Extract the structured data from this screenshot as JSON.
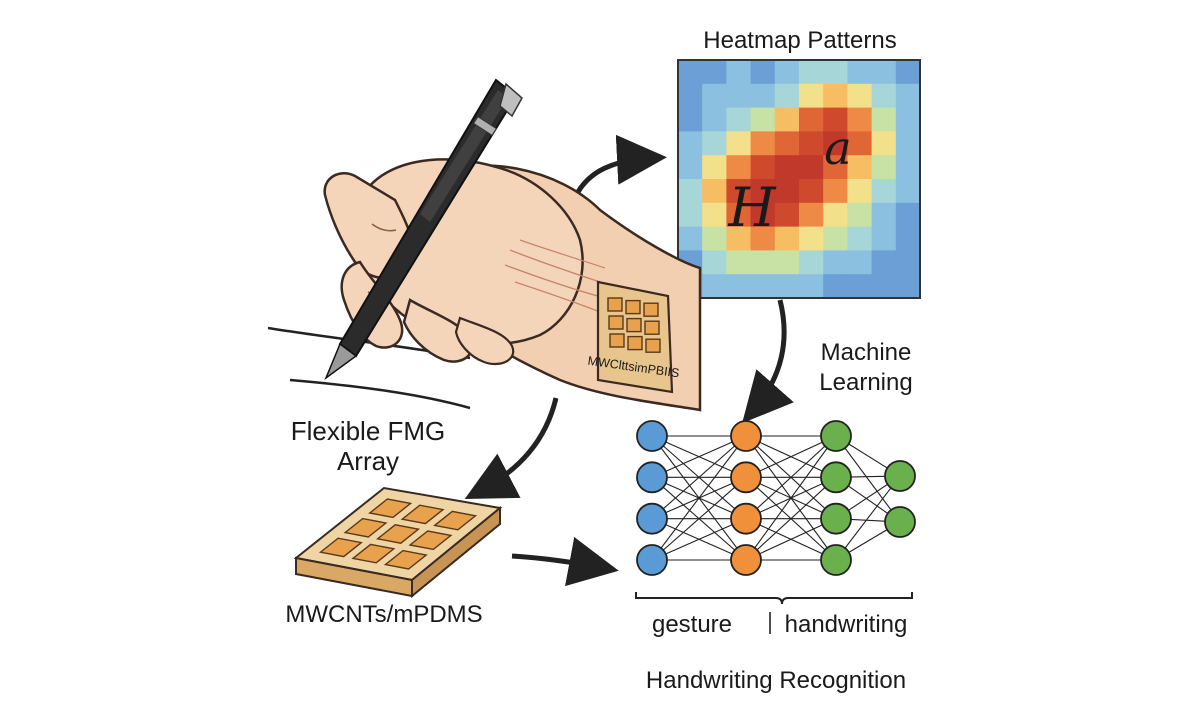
{
  "labels": {
    "heatmap_title": "Heatmap Patterns",
    "heatmap_letter_1": "H",
    "heatmap_letter_2": "a",
    "wrist_patch": "MWClttsimPBIIS",
    "flexible_array_line1": "Flexible FMG",
    "flexible_array_line2": "Array",
    "material": "MWCNTs/mPDMS",
    "machine_learning_line1": "Machine",
    "machine_learning_line2": "Learning",
    "gesture": "gesture",
    "handwriting": "handwriting",
    "recognition": "Handwriting Recognition"
  },
  "colors": {
    "input_node": "#5b9bd5",
    "hidden_node_1": "#f0903a",
    "hidden_node_2": "#6ab04c",
    "output_node": "#6ab04c",
    "sensor_pad": "#e8a24e",
    "sensor_base": "#e9c58e",
    "skin": "#f3cfb1",
    "pen": "#2b2b2b"
  },
  "heatmap": {
    "grid": [
      [
        1,
        1,
        2,
        1,
        2,
        3,
        3,
        2,
        2,
        1
      ],
      [
        1,
        2,
        2,
        2,
        3,
        5,
        6,
        5,
        3,
        2
      ],
      [
        1,
        2,
        3,
        4,
        6,
        8,
        9,
        7,
        4,
        2
      ],
      [
        2,
        3,
        5,
        7,
        8,
        9,
        10,
        8,
        5,
        2
      ],
      [
        2,
        5,
        7,
        9,
        10,
        10,
        8,
        6,
        4,
        2
      ],
      [
        3,
        6,
        9,
        10,
        10,
        9,
        7,
        5,
        3,
        2
      ],
      [
        3,
        5,
        8,
        10,
        9,
        7,
        5,
        4,
        2,
        1
      ],
      [
        2,
        4,
        6,
        7,
        6,
        5,
        4,
        3,
        2,
        1
      ],
      [
        1,
        3,
        4,
        4,
        4,
        3,
        2,
        2,
        1,
        1
      ],
      [
        1,
        2,
        2,
        2,
        2,
        2,
        1,
        1,
        1,
        1
      ]
    ]
  },
  "network": {
    "layers": [
      4,
      4,
      4,
      2
    ]
  }
}
